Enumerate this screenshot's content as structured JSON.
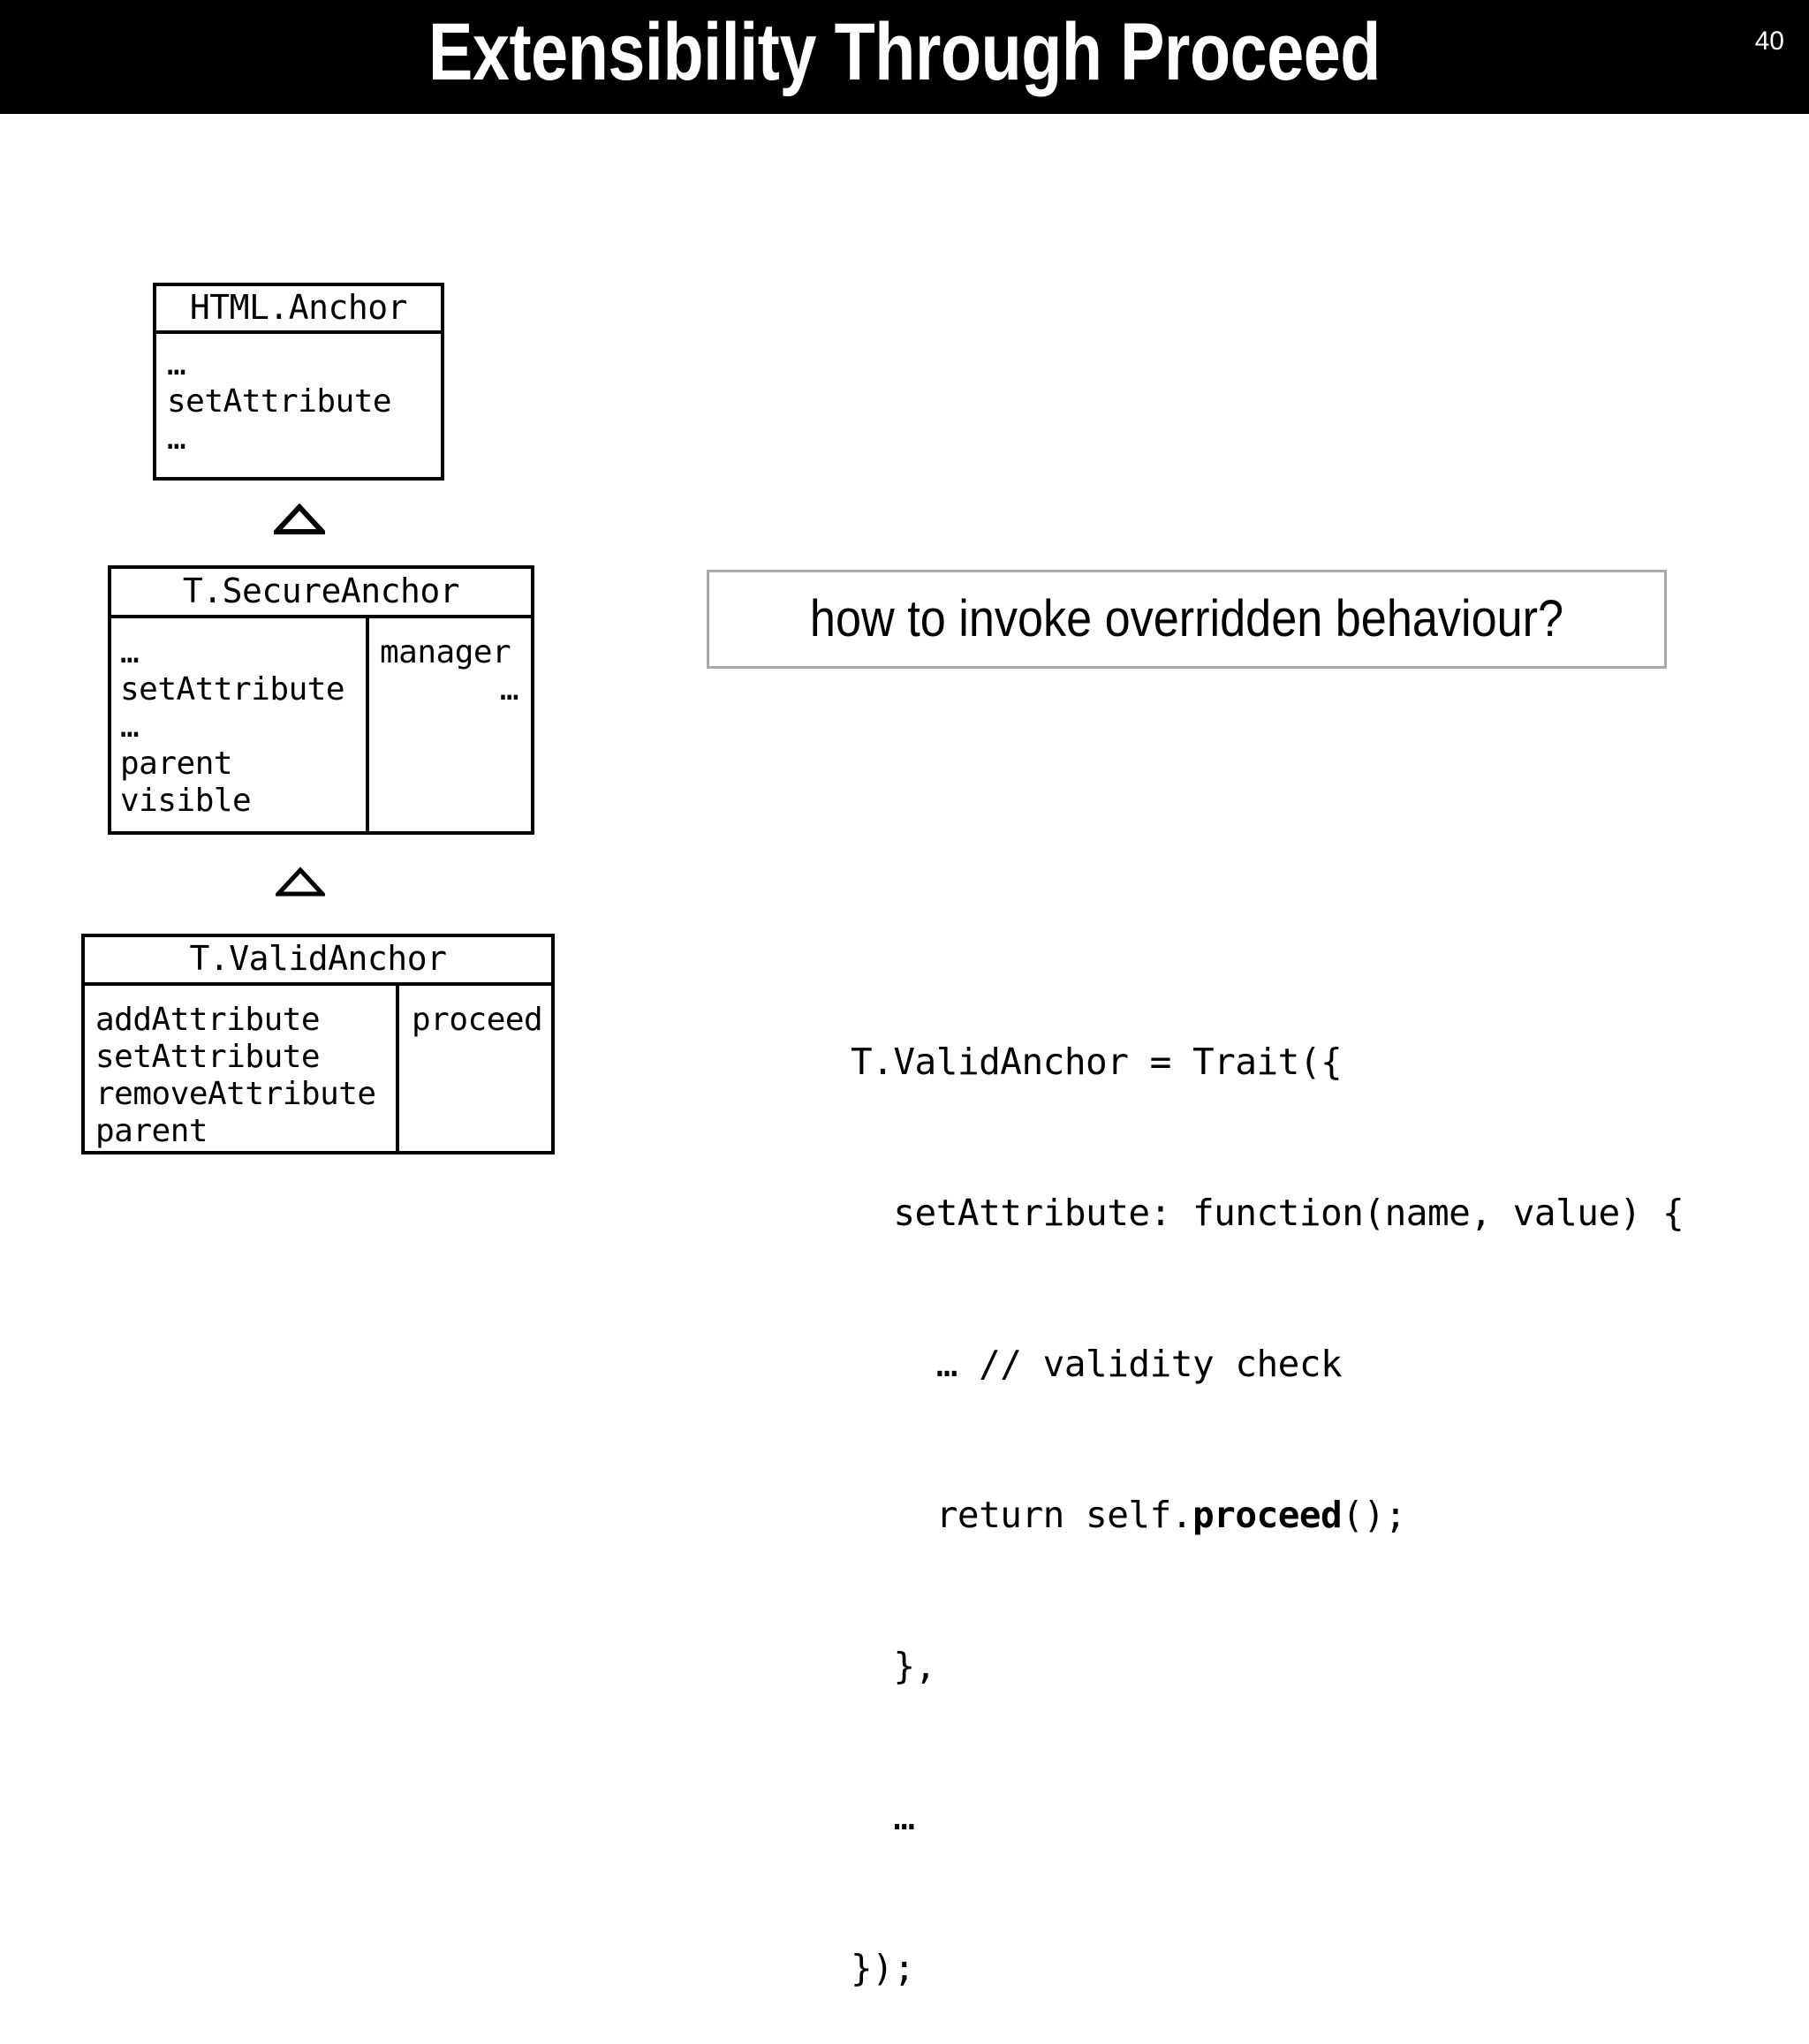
{
  "slide": {
    "title": "Extensibility Through Proceed",
    "number": "40",
    "title_bar_color": "#000000",
    "title_text_color": "#ffffff",
    "background_color": "#ffffff"
  },
  "diagram": {
    "classes": [
      {
        "id": "html-anchor",
        "name": "HTML.Anchor",
        "left_column": [
          "…",
          "setAttribute",
          "…"
        ],
        "right_column": []
      },
      {
        "id": "secure-anchor",
        "name": "T.SecureAnchor",
        "left_column": [
          "…",
          "setAttribute",
          "…",
          "parent",
          "visible"
        ],
        "right_column": [
          "manager",
          "…"
        ]
      },
      {
        "id": "valid-anchor",
        "name": "T.ValidAnchor",
        "left_column": [
          "addAttribute",
          "setAttribute",
          "removeAttribute",
          "parent"
        ],
        "right_column": [
          "proceed"
        ]
      }
    ],
    "arrows": [
      {
        "id": "arrow-1",
        "icon": "generalization-triangle-icon",
        "from": "T.SecureAnchor",
        "to": "HTML.Anchor"
      },
      {
        "id": "arrow-2",
        "icon": "generalization-triangle-icon",
        "from": "T.ValidAnchor",
        "to": "T.SecureAnchor"
      }
    ]
  },
  "callout": {
    "question": "how to invoke overridden behaviour?",
    "border_color": "#a8a8a8"
  },
  "code": {
    "lines": [
      {
        "text": "T.ValidAnchor = Trait({",
        "bold": null
      },
      {
        "text": "  setAttribute: function(name, value) {",
        "bold": null
      },
      {
        "text": "    … // validity check",
        "bold": null
      },
      {
        "text": "    return self.",
        "bold": "proceed",
        "tail": "();"
      },
      {
        "text": "  },",
        "bold": null
      },
      {
        "text": "  …",
        "bold": null
      },
      {
        "text": "});",
        "bold": null
      }
    ],
    "line_1": "T.ValidAnchor = Trait({",
    "line_2": "  setAttribute: function(name, value) {",
    "line_3": "    … // validity check",
    "line_4_pre": "    return self.",
    "line_4_bold": "proceed",
    "line_4_post": "();",
    "line_5": "  },",
    "line_6": "  …",
    "line_7": "});"
  }
}
